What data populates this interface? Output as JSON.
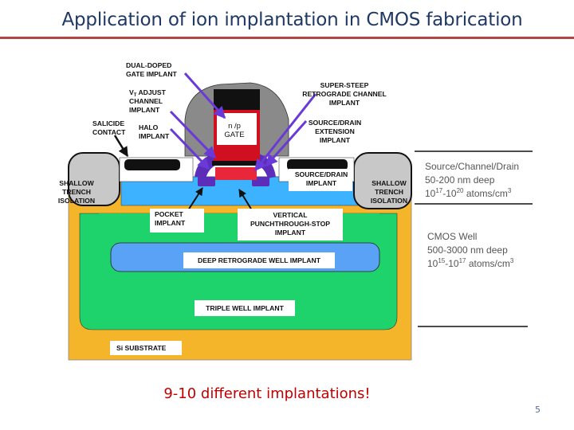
{
  "slide": {
    "title": "Application of ion implantation in CMOS fabrication",
    "caption": "9-10 different implantations!",
    "page_number": "5"
  },
  "labels": {
    "dual_doped_gate": [
      "DUAL-DOPED",
      "GATE IMPLANT"
    ],
    "vt_adjust": [
      "V",
      "T",
      " ADJUST",
      "CHANNEL",
      "IMPLANT"
    ],
    "super_steep": [
      "SUPER-STEEP",
      "RETROGRADE CHANNEL",
      "IMPLANT"
    ],
    "salicide": [
      "SALICIDE",
      "CONTACT"
    ],
    "halo": [
      "HALO",
      "IMPLANT"
    ],
    "gate": [
      "n /p",
      "GATE"
    ],
    "sd_extension": [
      "SOURCE/DRAIN",
      "EXTENSION",
      "IMPLANT"
    ],
    "shallow_trench_left": [
      "SHALLOW",
      "TRENCH",
      "ISOLATION"
    ],
    "shallow_trench_right": [
      "SHALLOW",
      "TRENCH",
      "ISOLATION"
    ],
    "sd_implant": [
      "SOURCE/DRAIN",
      "IMPLANT"
    ],
    "pocket": [
      "POCKET",
      "IMPLANT"
    ],
    "vertical_punchthrough": [
      "VERTICAL",
      "PUNCHTHROUGH-STOP",
      "IMPLANT"
    ],
    "deep_retrograde_well": "DEEP RETROGRADE WELL IMPLANT",
    "triple_well": "TRIPLE WELL IMPLANT",
    "si_substrate": "Si SUBSTRATE"
  },
  "info_panel": {
    "sd": {
      "title": "Source/Channel/Drain",
      "depth": "50-200 nm deep",
      "conc_base": "10",
      "conc_exp1": "17",
      "conc_mid": "-10",
      "conc_exp2": "20",
      "conc_unit": " atoms/cm",
      "conc_unit_exp": "3"
    },
    "well": {
      "title": "CMOS Well",
      "depth": "500-3000 nm deep",
      "conc_base": "10",
      "conc_exp1": "15",
      "conc_mid": "-10",
      "conc_exp2": "17",
      "conc_unit": " atoms/cm",
      "conc_unit_exp": "3"
    }
  },
  "colors": {
    "substrate": "#f5b52a",
    "triple_well": "#1ed36b",
    "deep_well": "#5aa2f5",
    "pocket_blue": "#3db3ff",
    "sti": "#c8c8c8",
    "gate_grey": "#8a8a8a",
    "gate_red": "#d01020",
    "halo_purple": "#5b2db8",
    "arrow_purple": "#6a3ad8",
    "title": "#1f3864",
    "caption": "#c00000"
  }
}
